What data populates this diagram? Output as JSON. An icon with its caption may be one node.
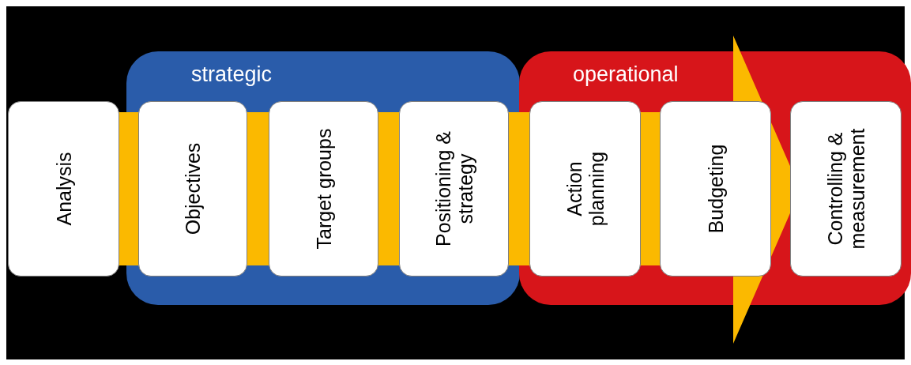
{
  "diagram": {
    "nodes": [
      {
        "text": [
          "Analysis"
        ]
      },
      {
        "text": [
          "strategic"
        ]
      },
      {
        "text": [
          "Objectives"
        ],
        "in": 1
      },
      {
        "text": [
          "Target groups"
        ],
        "in": 1
      },
      {
        "text": [
          "Positioning & strategy"
        ],
        "in": 1
      },
      {
        "text": [
          "operational"
        ]
      },
      {
        "text": [
          "Action planning"
        ],
        "in": 5
      },
      {
        "text": [
          "Budgeting"
        ],
        "in": 5
      },
      {
        "text": [
          "Controlling & measurement"
        ],
        "in": 5
      }
    ]
  }
}
